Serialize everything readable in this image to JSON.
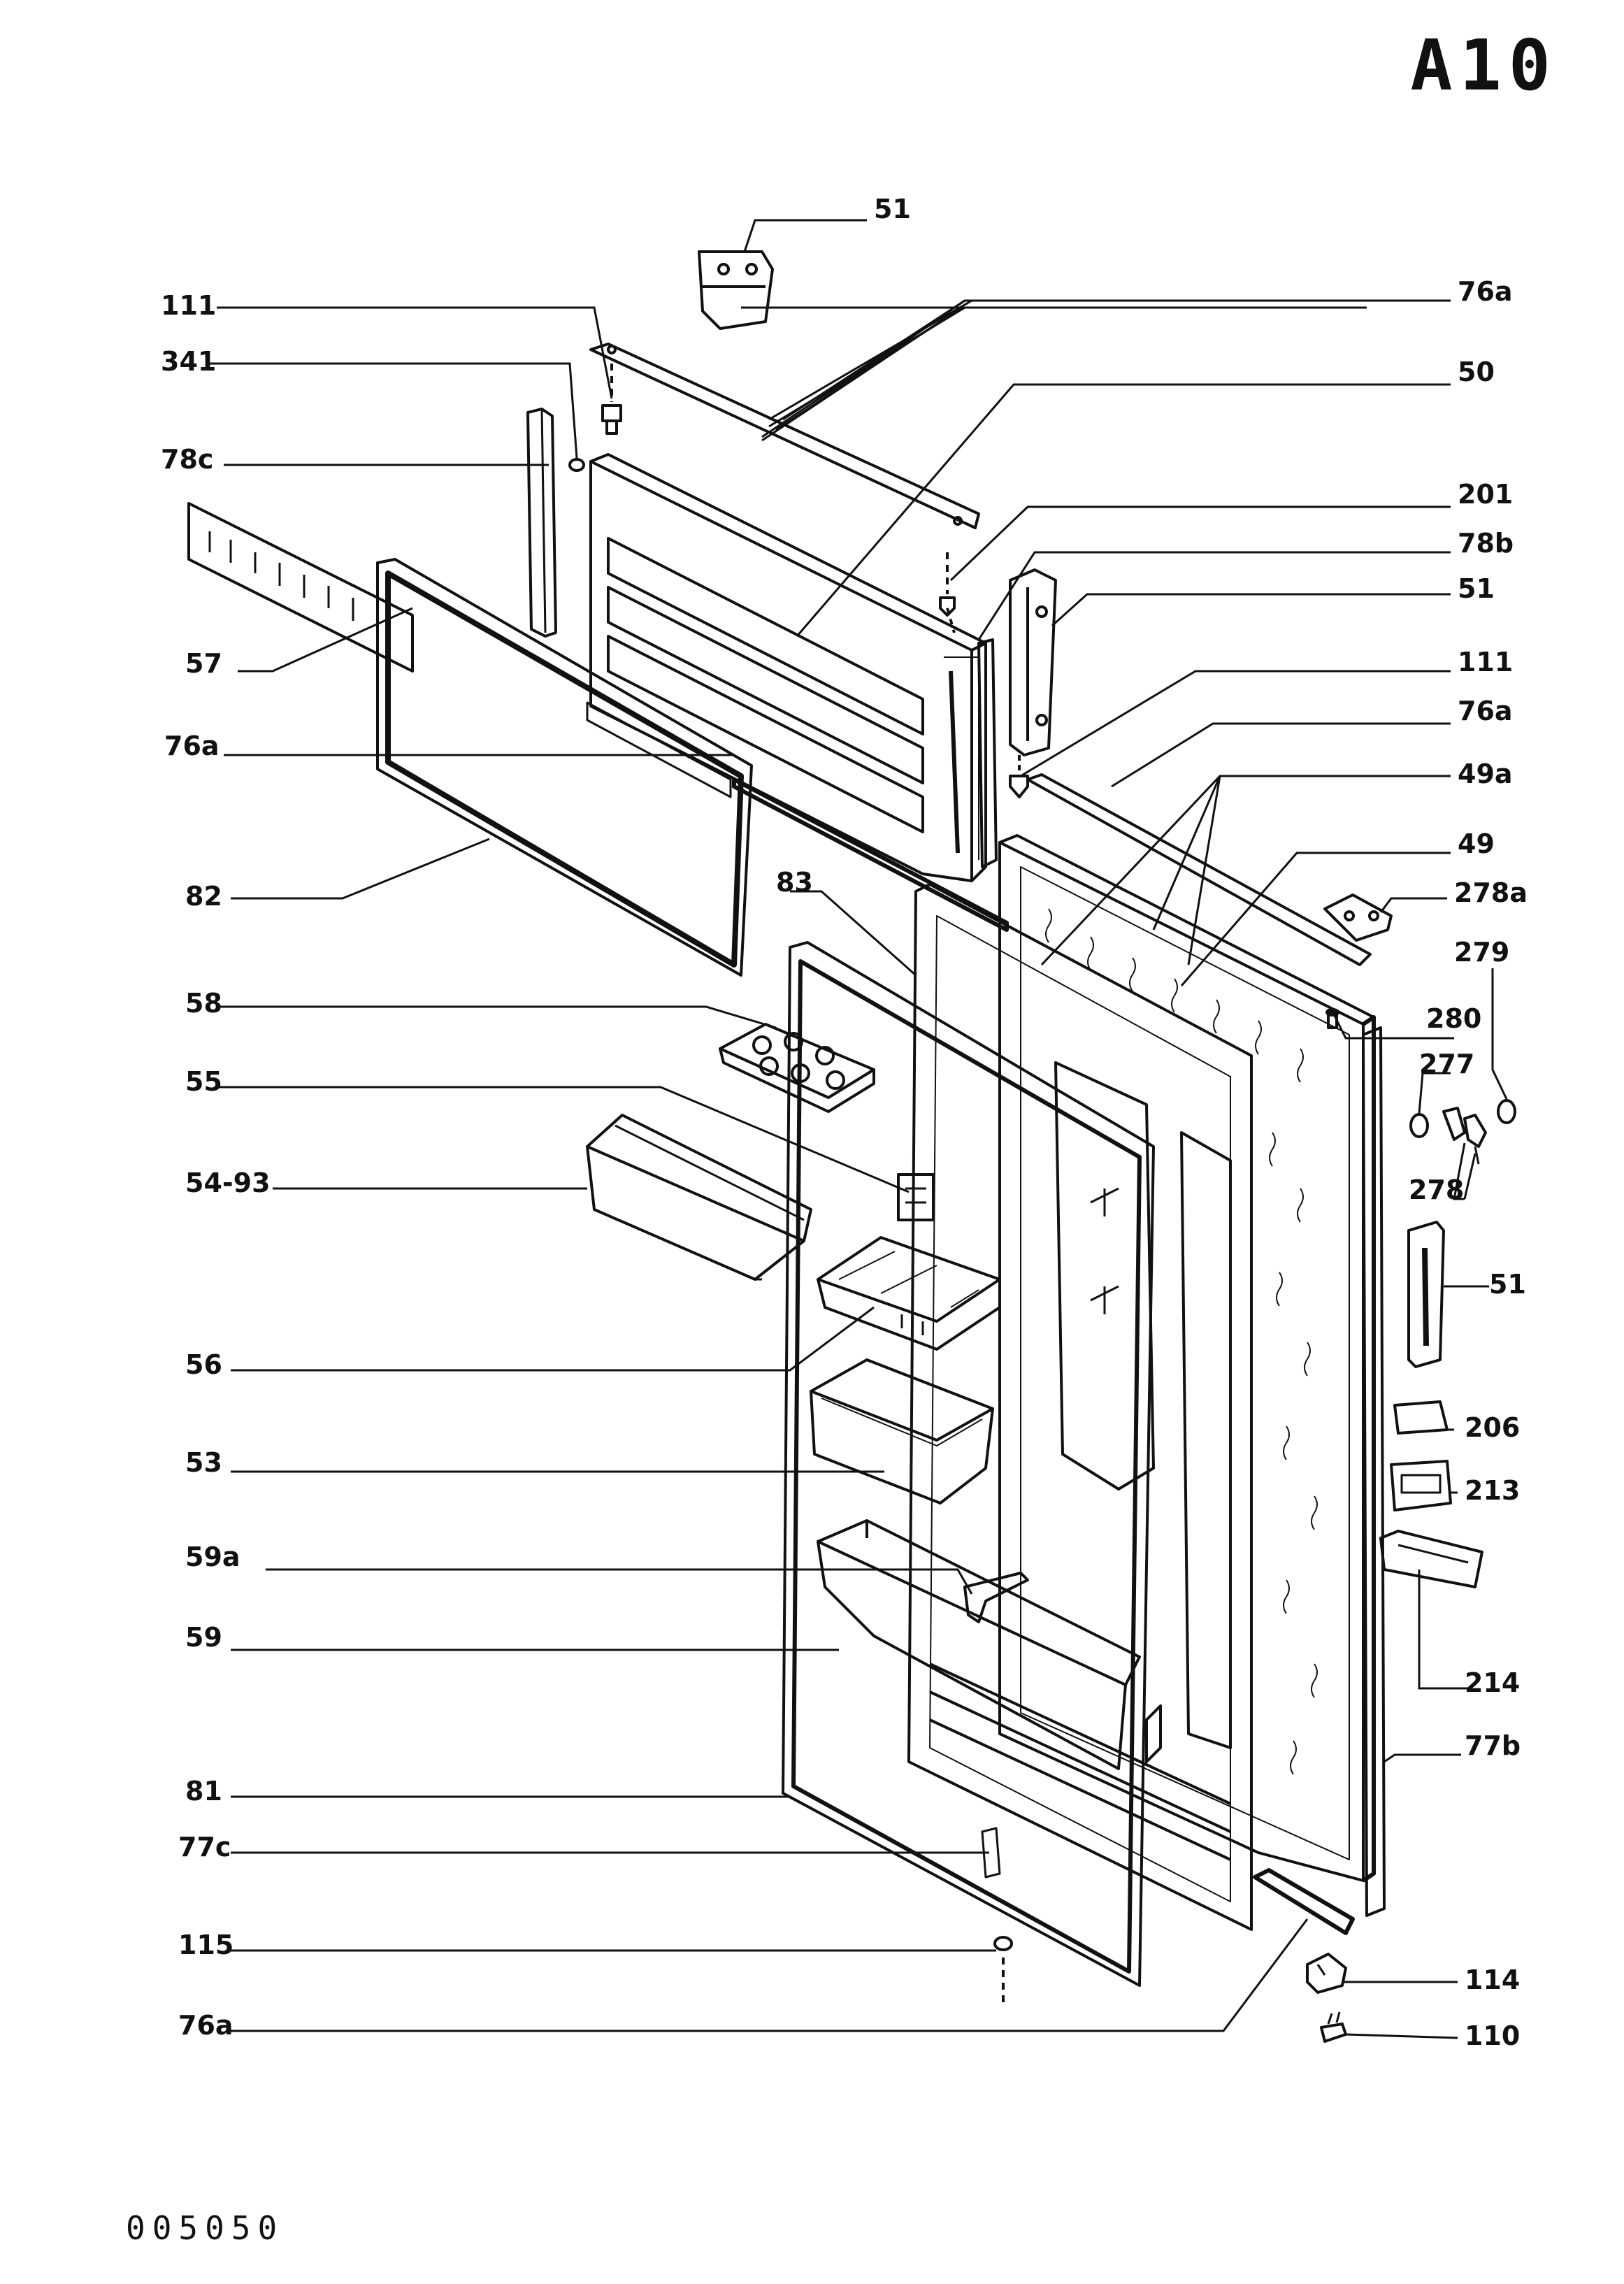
{
  "page": {
    "code": "A10",
    "doc_number": "005050"
  },
  "labels": {
    "p51_top": "51",
    "p111_top": "111",
    "p341": "341",
    "p76a_top": "76a",
    "p50": "50",
    "p78c": "78c",
    "p201": "201",
    "p78b": "78b",
    "p57": "57",
    "p51_mid": "51",
    "p111_mid": "111",
    "p76a_left": "76a",
    "p76a_mid": "76a",
    "p49a": "49a",
    "p49": "49",
    "p82": "82",
    "p83": "83",
    "p278a": "278a",
    "p279": "279",
    "p58": "58",
    "p280": "280",
    "p277": "277",
    "p55": "55",
    "p54_93": "54-93",
    "p278": "278",
    "p51_low": "51",
    "p56": "56",
    "p206": "206",
    "p53": "53",
    "p213": "213",
    "p59a": "59a",
    "p59": "59",
    "p214": "214",
    "p77b": "77b",
    "p81": "81",
    "p77c": "77c",
    "p115": "115",
    "p114": "114",
    "p76a_bottom": "76a",
    "p110": "110"
  }
}
